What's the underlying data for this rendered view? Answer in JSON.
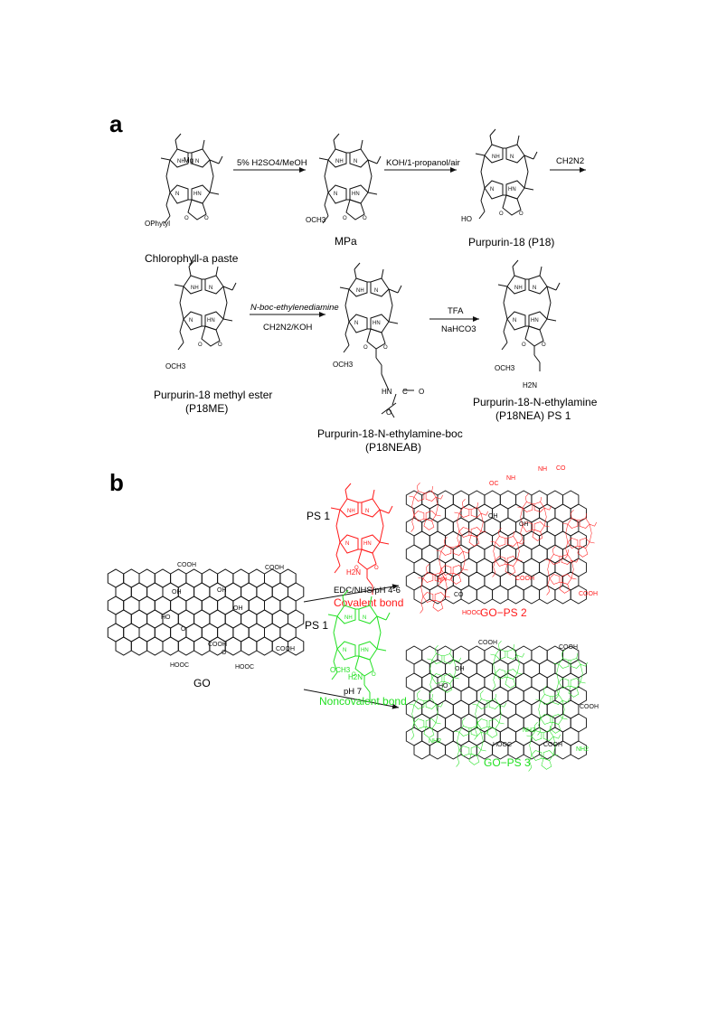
{
  "panel_a": {
    "label": "a",
    "compounds": {
      "chl": {
        "name": "Chlorophyll-a paste",
        "mg": "Mg",
        "sub": "OPhytyl"
      },
      "mpa": {
        "name": "MPa",
        "sub": "OCH3"
      },
      "p18": {
        "name": "Purpurin-18 (P18)",
        "sub": "HO"
      },
      "p18me": {
        "name_line1": "Purpurin-18 methyl ester",
        "name_line2": "(P18ME)",
        "sub": "OCH3"
      },
      "p18neab": {
        "name_line1": "Purpurin-18-N-ethylamine-boc",
        "name_line2": "(P18NEAB)",
        "sub": "OCH3",
        "boc_nh": "HN",
        "boc_c": "C",
        "boc_o1": "O",
        "boc_o2": "O"
      },
      "p18nea": {
        "name_line1": "Purpurin-18-N-ethylamine",
        "name_line2": "(P18NEA) PS 1",
        "sub": "OCH3",
        "amine": "H2N"
      }
    },
    "reagents": {
      "r1": "5% H2SO4/MeOH",
      "r2": "KOH/1-propanol/air",
      "r3": "CH2N2",
      "r4_top": "N-boc-ethylenediamine",
      "r4_bot": "CH2N2/KOH",
      "r5_top": "TFA",
      "r5_bot": "NaHCO3"
    },
    "atoms": {
      "nh": "NH",
      "hn": "HN",
      "n": "N",
      "o": "O"
    }
  },
  "panel_b": {
    "label": "b",
    "go_label": "GO",
    "go_groups": [
      "COOH",
      "COOH",
      "OH",
      "OH",
      "HO",
      "OH",
      "O",
      "COOH",
      "HOOC",
      "HOOC",
      "COOH",
      "O"
    ],
    "ps_top": {
      "label": "PS 1",
      "conditions": "EDC/NHS/pH 4-6",
      "bond": "Covalent bond",
      "color": "#ff1a1a",
      "amine": "H2N"
    },
    "ps_bottom": {
      "label": "PS 1",
      "conditions": "pH 7",
      "bond": "Noncovalent bond",
      "color": "#22e022",
      "amine": "H2N",
      "ester": "OCH3"
    },
    "product_2": {
      "label": "GO−PS 2",
      "groups": [
        "OC",
        "NH",
        "NH",
        "CO",
        "COOH",
        "COOH",
        "HOOC",
        "HN",
        "CO",
        "OH",
        "OH"
      ]
    },
    "product_3": {
      "label": "GO−PS 3",
      "groups": [
        "COOH",
        "COOH",
        "OH",
        "HO",
        "COOH",
        "HOOC",
        "COOH",
        "NH2",
        "NH2",
        "NH2"
      ]
    }
  }
}
